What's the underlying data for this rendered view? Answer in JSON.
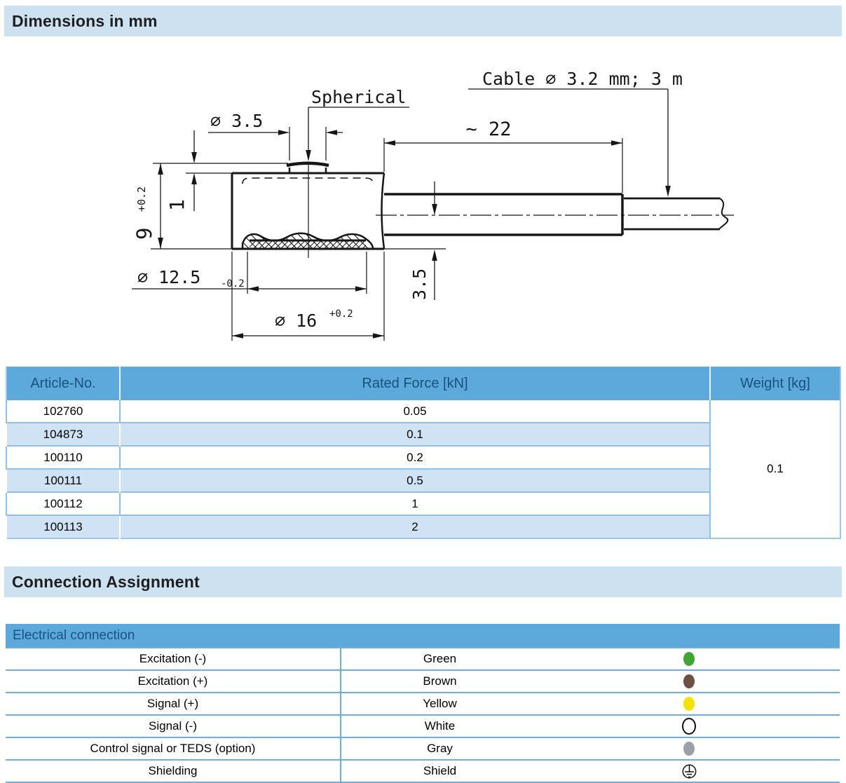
{
  "sections": {
    "dimensions": "Dimensions in mm",
    "connection": "Connection Assignment"
  },
  "drawing": {
    "labels": {
      "spherical": "Spherical",
      "cable": "Cable ⌀ 3.2 mm; 3 m",
      "sleeve_length": "~ 22",
      "tip_diameter": "⌀ 3.5",
      "tip_height": "1",
      "body_height": "9",
      "body_height_tol": "+0.2",
      "inner_diameter": "⌀ 12.5",
      "inner_diameter_tol": "-0.2",
      "outer_diameter": "⌀ 16",
      "outer_diameter_tol": "+0.2",
      "axis_height": "3.5"
    }
  },
  "ratings_table": {
    "headers": [
      "Article-No.",
      "Rated Force [kN]",
      "Weight [kg]"
    ],
    "rows": [
      [
        "102760",
        "0.05"
      ],
      [
        "104873",
        "0.1"
      ],
      [
        "100110",
        "0.2"
      ],
      [
        "100111",
        "0.5"
      ],
      [
        "100112",
        "1"
      ],
      [
        "100113",
        "2"
      ]
    ],
    "weight": "0.1"
  },
  "electrical": {
    "title": "Electrical connection",
    "rows": [
      {
        "label": "Excitation (-)",
        "color_name": "Green",
        "dot": "green"
      },
      {
        "label": "Excitation (+)",
        "color_name": "Brown",
        "dot": "brown"
      },
      {
        "label": "Signal (+)",
        "color_name": "Yellow",
        "dot": "yellow"
      },
      {
        "label": "Signal (-)",
        "color_name": "White",
        "dot": "white"
      },
      {
        "label": "Control signal or TEDS (option)",
        "color_name": "Gray",
        "dot": "gray"
      },
      {
        "label": "Shielding",
        "color_name": "Shield",
        "dot": "shield"
      }
    ],
    "dot_colors": {
      "green": "#3fa535",
      "brown": "#6f4f3f",
      "yellow": "#f2e300",
      "white": "#ffffff",
      "gray": "#9aa1a9"
    }
  },
  "theme": {
    "section_bar_bg": "#cde1f1",
    "table_head_bg": "#5ea9dc",
    "table_head_text": "#175380",
    "row_alt_bg": "#cfe3f5",
    "drawing_ink": "#161616"
  }
}
